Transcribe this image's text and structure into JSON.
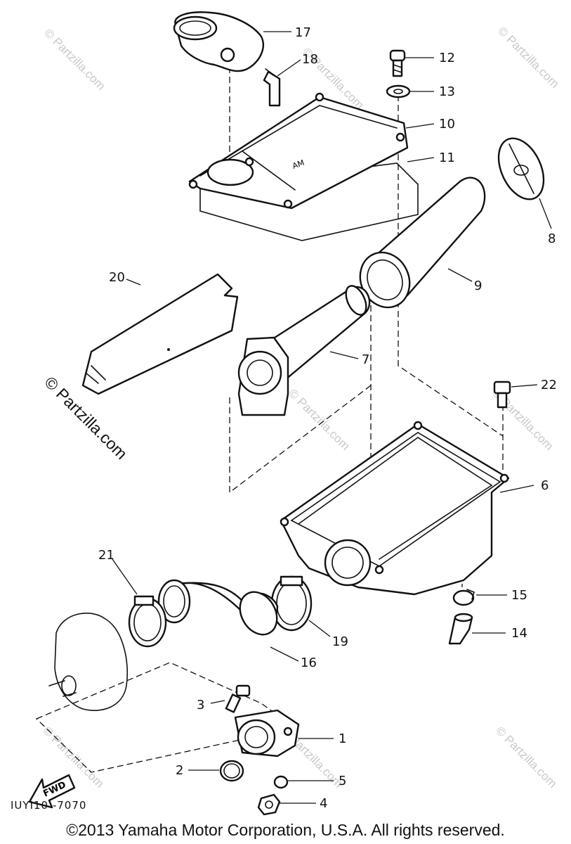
{
  "diagram": {
    "callouts": [
      "1",
      "2",
      "3",
      "4",
      "5",
      "6",
      "7",
      "8",
      "9",
      "10",
      "11",
      "12",
      "13",
      "14",
      "15",
      "16",
      "17",
      "18",
      "19",
      "20",
      "21",
      "22"
    ],
    "fwd_label": "FWD",
    "drawing_code": "IUYI10 -7070",
    "cover_mark": "AM",
    "watermark_large": "© Partzilla.com",
    "watermark_small": "© Partzilla.com"
  },
  "footer": {
    "copyright": "©2013 Yamaha Motor Corporation, U.S.A. All rights reserved."
  }
}
